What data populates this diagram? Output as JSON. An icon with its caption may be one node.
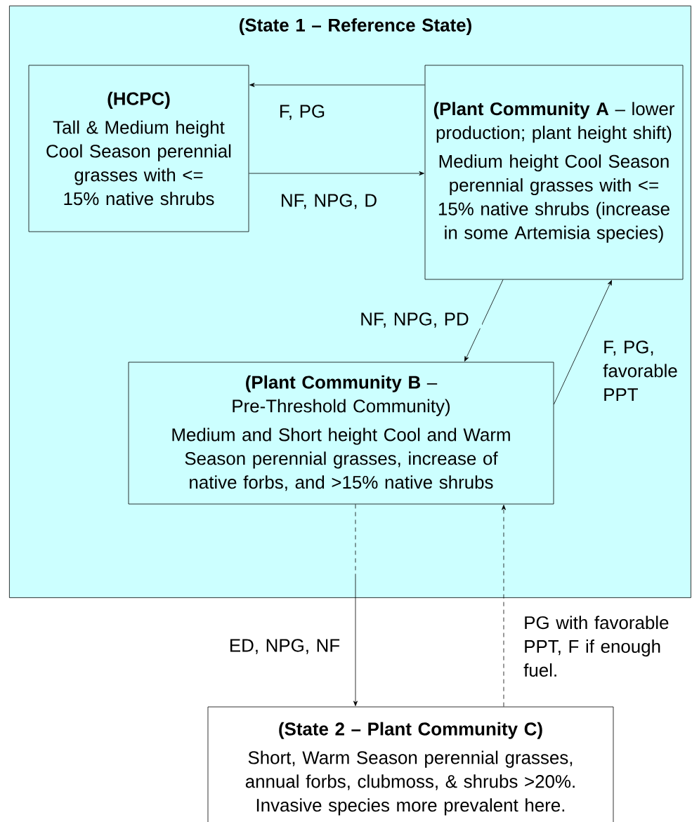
{
  "diagram": {
    "nodes": [
      {
        "text": [
          "(State 1 – Reference State)"
        ]
      },
      {
        "text": [
          "(HCPC)",
          "Tall & Medium height Cool Season perennial grasses with <= 15% native shrubs"
        ],
        "in": 0
      },
      {
        "text": [
          "**(Plant Community A** – lower production; plant height shift)",
          "Medium height Cool Season perennial grasses with <= 15% native shrubs (increase in some Artemisia species)"
        ],
        "in": 0
      },
      {
        "text": [
          "**(Plant Community B** – Pre-Threshold Community)",
          "Medium and Short height Cool and Warm Season perennial grasses, increase of native forbs, and >15% native shrubs"
        ],
        "in": 0
      },
      {
        "text": [
          "(State 2 – Plant Community C)",
          "Short, Warm Season perennial grasses, annual forbs, clubmoss, & shrubs >20%. Invasive species more prevalent here."
        ]
      }
    ],
    "edges": [
      {
        "from": 2,
        "to": 1,
        "arrow": "to",
        "label": "F, PG"
      },
      {
        "from": 1,
        "to": 2,
        "arrow": "to",
        "label": "NF, NPG, D"
      },
      {
        "from": 2,
        "to": 3,
        "arrow": "to",
        "label": "NF, NPG, PD"
      },
      {
        "from": 3,
        "to": 2,
        "arrow": "to",
        "label": "F, PG, favorable PPT"
      },
      {
        "from": 3,
        "to": 4,
        "arrow": "to",
        "label": "ED, NPG, NF",
        "style": "dashed"
      },
      {
        "from": 4,
        "to": 3,
        "arrow": "to",
        "label": "PG with favorable PPT, F if enough fuel.",
        "style": "dashed"
      }
    ]
  }
}
